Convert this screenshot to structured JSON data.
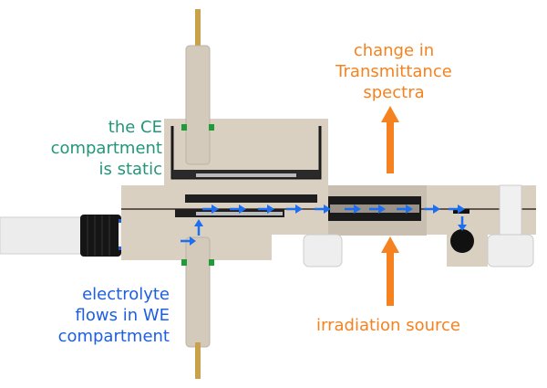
{
  "colors": {
    "ce_label": "#23967a",
    "we_label": "#1c5fe0",
    "optics": "#f5821f",
    "flow": "#1e6ff0",
    "body": "#d9d0c2"
  },
  "labels": {
    "ce": [
      "the CE",
      "compartment",
      "is static"
    ],
    "we": [
      "electrolyte",
      "flows in WE",
      "compartment"
    ],
    "transmittance": [
      "change in",
      "Transmittance",
      "spectra"
    ],
    "irradiation": "irradiation source"
  }
}
